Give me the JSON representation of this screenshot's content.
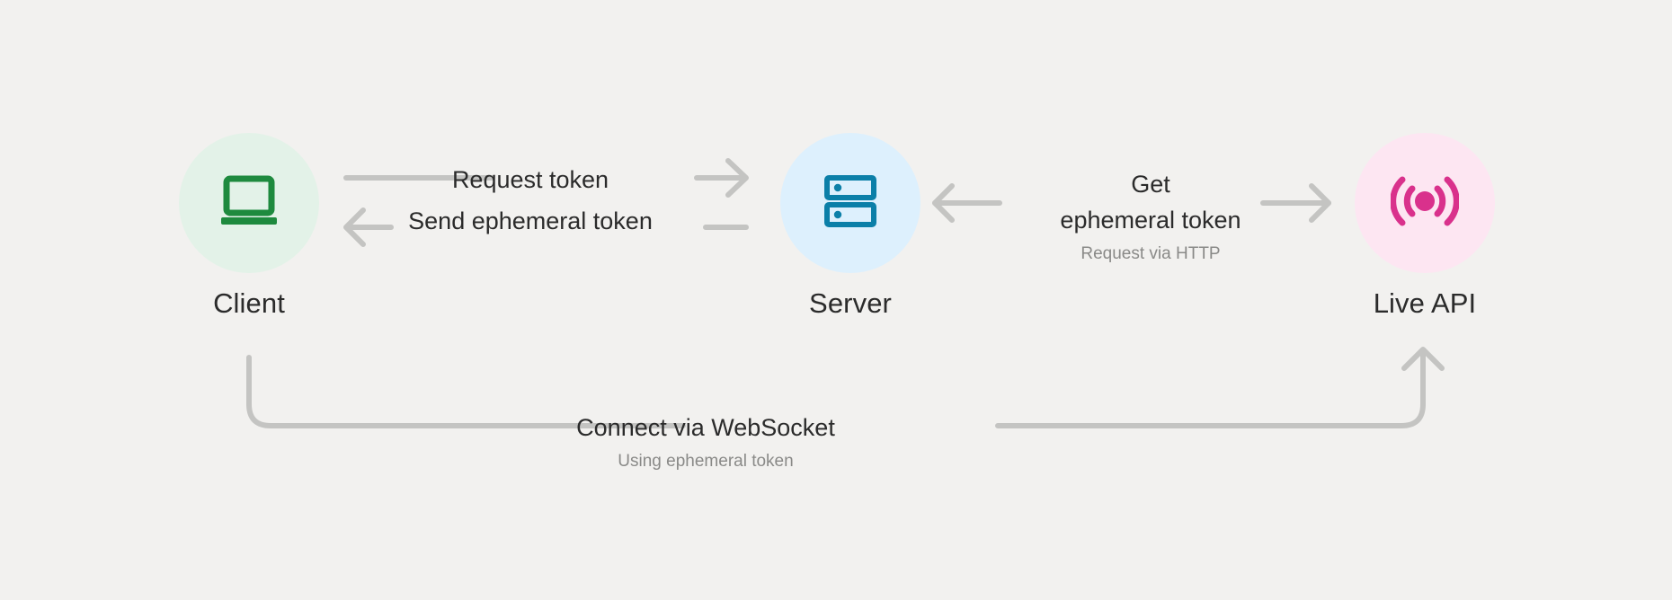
{
  "diagram": {
    "title": "Ephemeral token flow: Client, Server, Live API",
    "background_color": "#f2f1ef",
    "nodes": [
      {
        "id": "client",
        "label": "Client",
        "icon": "laptop-icon",
        "circle_color": "#e3f2e8",
        "icon_color": "#1e8a3e"
      },
      {
        "id": "server",
        "label": "Server",
        "icon": "server-rack-icon",
        "circle_color": "#ddf0fd",
        "icon_color": "#0b7fa8"
      },
      {
        "id": "live-api",
        "label": "Live API",
        "icon": "broadcast-signal-icon",
        "circle_color": "#fde6f2",
        "icon_color": "#d9318c"
      }
    ],
    "edges": [
      {
        "id": "request-token",
        "label": "Request token",
        "sublabel": "",
        "from": "client",
        "to": "server",
        "direction": "right"
      },
      {
        "id": "send-ephemeral-token",
        "label": "Send ephemeral token",
        "sublabel": "",
        "from": "server",
        "to": "client",
        "direction": "left"
      },
      {
        "id": "get-ephemeral-token",
        "label_line1": "Get",
        "label_line2": "ephemeral token",
        "sublabel": "Request via HTTP",
        "from": "server",
        "to": "live-api",
        "direction": "bidirectional"
      },
      {
        "id": "connect-via-websocket",
        "label": "Connect via WebSocket",
        "sublabel": "Using ephemeral token",
        "from": "client",
        "to": "live-api",
        "direction": "right"
      }
    ],
    "line_color": "#c4c4c2",
    "text_color": "#2b2b2b",
    "subtext_color": "#8a8a88"
  }
}
